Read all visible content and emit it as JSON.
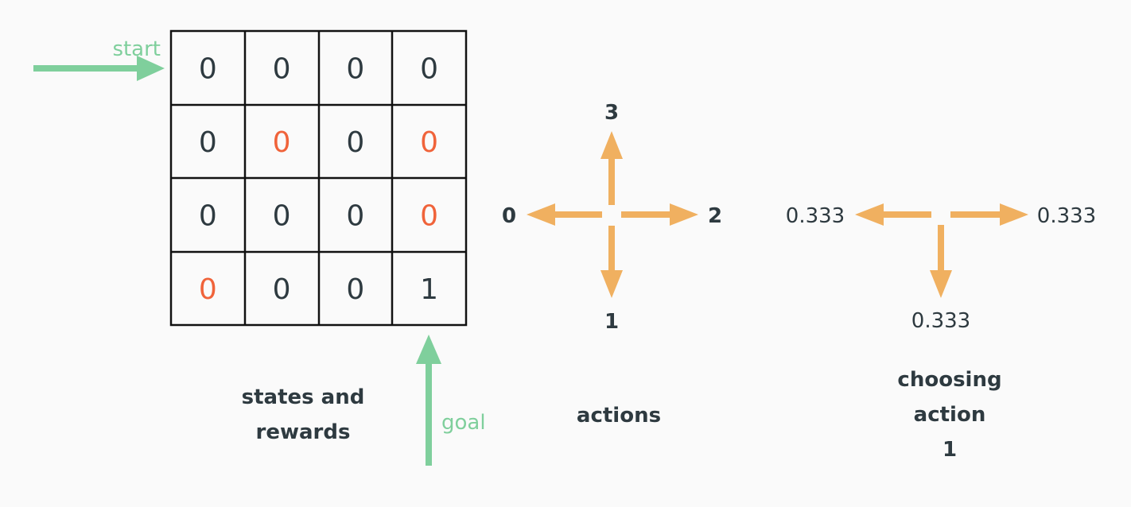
{
  "colors": {
    "text": "#2e3a40",
    "highlight": "#f0633a",
    "green": "#7fcf9c",
    "orange": "#f0b060",
    "grid": "#111111",
    "background": "#fafafa"
  },
  "grid": {
    "rows": [
      [
        {
          "value": "0",
          "hole": false
        },
        {
          "value": "0",
          "hole": false
        },
        {
          "value": "0",
          "hole": false
        },
        {
          "value": "0",
          "hole": false
        }
      ],
      [
        {
          "value": "0",
          "hole": false
        },
        {
          "value": "0",
          "hole": true
        },
        {
          "value": "0",
          "hole": false
        },
        {
          "value": "0",
          "hole": true
        }
      ],
      [
        {
          "value": "0",
          "hole": false
        },
        {
          "value": "0",
          "hole": false
        },
        {
          "value": "0",
          "hole": false
        },
        {
          "value": "0",
          "hole": true
        }
      ],
      [
        {
          "value": "0",
          "hole": true
        },
        {
          "value": "0",
          "hole": false
        },
        {
          "value": "0",
          "hole": false
        },
        {
          "value": "1",
          "hole": false
        }
      ]
    ],
    "start_label": "start",
    "goal_label": "goal",
    "caption": [
      "states and",
      "rewards"
    ]
  },
  "actions": {
    "left": "0",
    "down": "1",
    "right": "2",
    "up": "3",
    "caption": "actions"
  },
  "choice": {
    "left_prob": "0.333",
    "right_prob": "0.333",
    "down_prob": "0.333",
    "caption": [
      "choosing",
      "action",
      "1"
    ]
  }
}
